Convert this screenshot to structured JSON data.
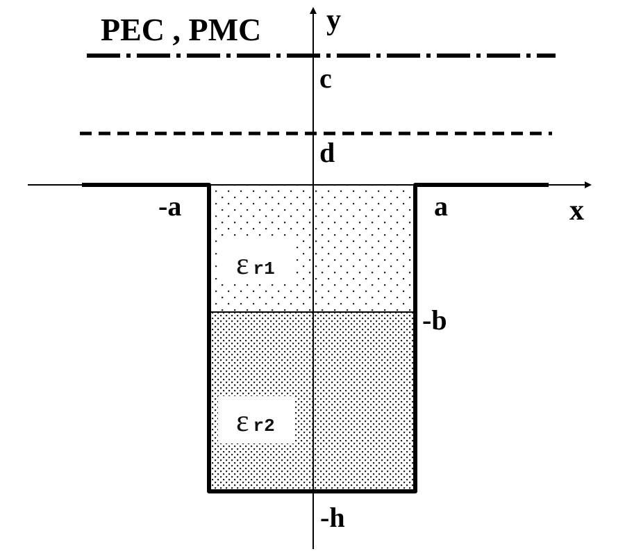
{
  "diagram": {
    "type": "cross-section schematic",
    "top_label": "PEC , PMC",
    "axes": {
      "x_label": "x",
      "y_label": "y"
    },
    "boundaries": {
      "c_label": "c",
      "c_line_style": "dash-dot",
      "d_label": "d",
      "d_line_style": "dashed"
    },
    "positions": {
      "neg_a": "-a",
      "a": "a",
      "neg_b": "-b",
      "neg_h": "-h"
    },
    "regions": [
      {
        "name": "upper dielectric",
        "symbol": "ε",
        "subscript": "r1",
        "fill": "sparse dots"
      },
      {
        "name": "lower dielectric",
        "symbol": "ε",
        "subscript": "r2",
        "fill": "dense dots"
      }
    ],
    "colors": {
      "stroke": "#000000",
      "background": "#ffffff"
    }
  }
}
